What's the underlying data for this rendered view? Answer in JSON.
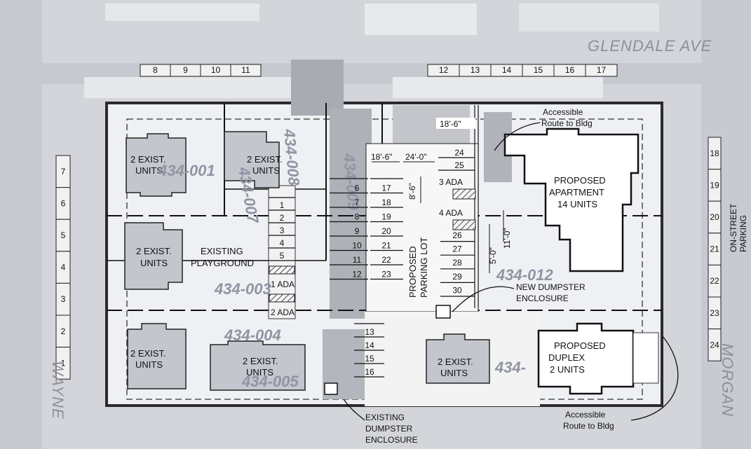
{
  "streets": {
    "north": "GLENDALE AVE",
    "west": "WAYNE",
    "east": "MORGAN",
    "east_parking": [
      "ON-STREET",
      "PARKING"
    ]
  },
  "street_parking": {
    "north_left": [
      "8",
      "9",
      "10",
      "11"
    ],
    "north_right": [
      "12",
      "13",
      "14",
      "15",
      "16",
      "17"
    ],
    "west": [
      "7",
      "6",
      "5",
      "4",
      "3",
      "2",
      "1"
    ],
    "east": [
      "18",
      "19",
      "20",
      "21",
      "22",
      "23",
      "24"
    ]
  },
  "parcels": [
    "434-001",
    "434-007",
    "434-008",
    "434-009",
    "434-003",
    "434-004",
    "434-005",
    "434-012",
    "434-"
  ],
  "buildings": {
    "exist_nw": [
      "2 EXIST.",
      "UNITS"
    ],
    "exist_nc": [
      "2 EXIST.",
      "UNITS"
    ],
    "exist_w": [
      "2 EXIST.",
      "UNITS"
    ],
    "exist_sw": [
      "2 EXIST.",
      "UNITS"
    ],
    "exist_sc": [
      "2 EXIST.",
      "UNITS"
    ],
    "exist_s": [
      "2 EXIST.",
      "UNITS"
    ],
    "playground": [
      "EXISTING",
      "PLAYGROUND"
    ],
    "apartment": [
      "PROPOSED",
      "APARTMENT",
      "14 UNITS"
    ],
    "duplex": [
      "PROPOSED",
      "DUPLEX",
      "2 UNITS"
    ]
  },
  "parking": {
    "lot_label": [
      "PROPOSED",
      "PARKING LOT"
    ],
    "col_a": [
      "1",
      "2",
      "3",
      "4",
      "5"
    ],
    "ada_a": [
      "1 ADA",
      "2 ADA"
    ],
    "col_b": [
      "6",
      "7",
      "8",
      "9",
      "10",
      "11",
      "12"
    ],
    "col_c": [
      "17",
      "18",
      "19",
      "20",
      "21",
      "22",
      "23"
    ],
    "col_d_top": [
      "24",
      "25"
    ],
    "ada_d": [
      "3 ADA",
      "4 ADA"
    ],
    "col_d": [
      "26",
      "27",
      "28",
      "29",
      "30"
    ],
    "col_e": [
      "13",
      "14",
      "15",
      "16"
    ]
  },
  "dimensions": {
    "d1": "18'-6\"",
    "d2": "18'-6\"",
    "d3": "24'-0\"",
    "d4": "8'-6\"",
    "d5": "5'-0\"",
    "d6": "11'-0\""
  },
  "annotations": {
    "route_top": [
      "Accessible",
      "Route to Bldg"
    ],
    "route_bottom": [
      "Accessible",
      "Route to Bldg"
    ],
    "new_dumpster": [
      "NEW DUMPSTER",
      "ENCLOSURE"
    ],
    "existing_dumpster": [
      "EXISTING",
      "DUMPSTER",
      "ENCLOSURE"
    ]
  }
}
